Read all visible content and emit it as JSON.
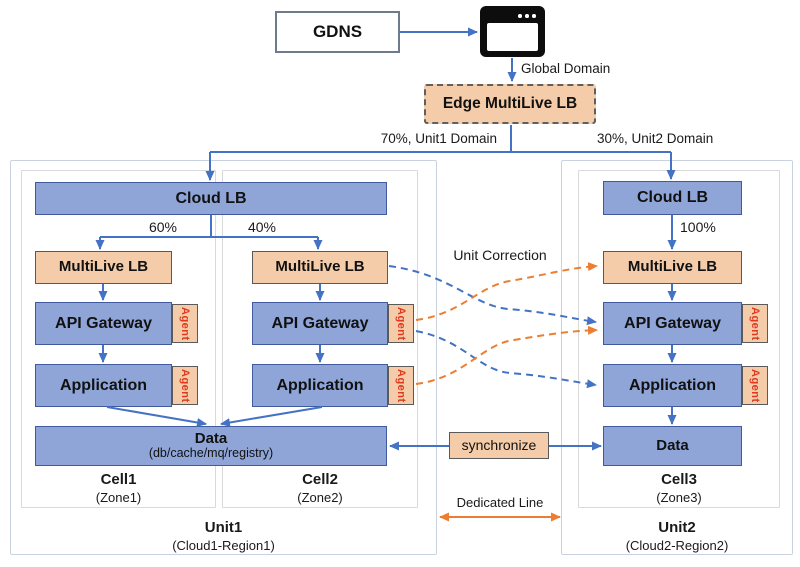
{
  "diagram": {
    "gdns_label": "GDNS",
    "global_domain_label": "Global Domain",
    "edge_lb_label": "Edge MultiLive LB",
    "branch_left_label": "70%, Unit1 Domain",
    "branch_right_label": "30%, Unit2 Domain",
    "unit_correction_label": "Unit Correction",
    "synchronize_label": "synchronize",
    "dedicated_line_label": "Dedicated Line",
    "unit1": {
      "cloud_lb": "Cloud LB",
      "split_left_pct": "60%",
      "split_right_pct": "40%",
      "cells": [
        {
          "mlb": "MultiLive LB",
          "api_gateway": "API Gateway",
          "agent": "Agent",
          "application": "Application",
          "cell_name": "Cell1",
          "zone": "(Zone1)"
        },
        {
          "mlb": "MultiLive LB",
          "api_gateway": "API Gateway",
          "agent": "Agent",
          "application": "Application",
          "cell_name": "Cell2",
          "zone": "(Zone2)"
        }
      ],
      "data_title": "Data",
      "data_subtitle": "(db/cache/mq/registry)",
      "unit_name": "Unit1",
      "region": "(Cloud1-Region1)"
    },
    "unit2": {
      "cloud_lb": "Cloud LB",
      "split_pct": "100%",
      "mlb": "MultiLive LB",
      "api_gateway": "API Gateway",
      "agent": "Agent",
      "application": "Application",
      "data_title": "Data",
      "cell_name": "Cell3",
      "zone": "(Zone3)",
      "unit_name": "Unit2",
      "region": "(Cloud2-Region2)"
    },
    "colors": {
      "node_blue": "#8fa5d8",
      "node_blue_border": "#41599e",
      "peach": "#f4cca9",
      "arrow_blue": "#4472c4",
      "arrow_orange": "#ed7d31",
      "agent_red": "#e0391f"
    }
  }
}
